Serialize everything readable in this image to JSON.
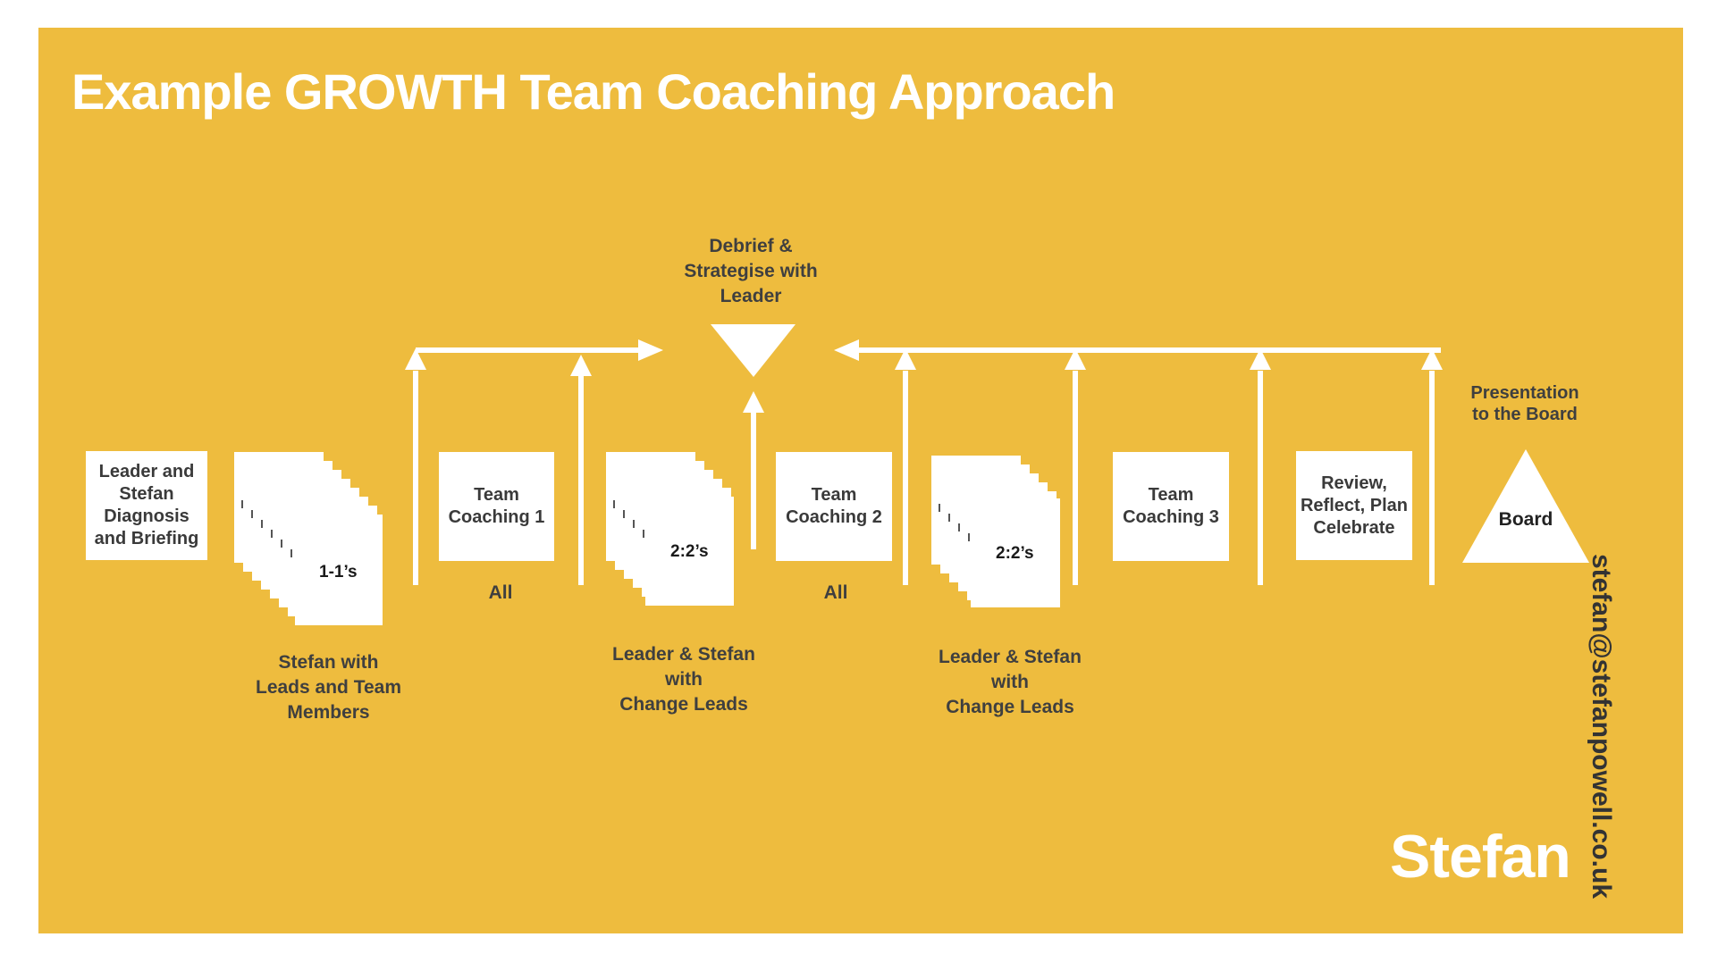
{
  "title": "Example GROWTH Team Coaching Approach",
  "colors": {
    "background": "#eebc3e",
    "shapes": "#ffffff",
    "text": "#3f3f3f"
  },
  "nodes": {
    "leader_briefing": "Leader and\nStefan\nDiagnosis\nand Briefing",
    "ones": "1-1’s",
    "team_coaching_1": "Team\nCoaching 1",
    "twos_1": "2:2’s",
    "team_coaching_2": "Team\nCoaching 2",
    "twos_2": "2:2’s",
    "team_coaching_3": "Team\nCoaching 3",
    "review": "Review,\nReflect, Plan\nCelebrate",
    "board": "Board"
  },
  "labels": {
    "debrief": "Debrief &\nStrategise with\nLeader",
    "presentation": "Presentation\nto the Board",
    "stefan_with_leads": "Stefan with\nLeads and Team\nMembers",
    "all_1": "All",
    "change_leads_1": "Leader & Stefan\nwith\nChange Leads",
    "all_2": "All",
    "change_leads_2": "Leader & Stefan\nwith\nChange Leads"
  },
  "brand": {
    "name": "Stefan",
    "email": "stefan@stefanpowell.co.uk"
  }
}
